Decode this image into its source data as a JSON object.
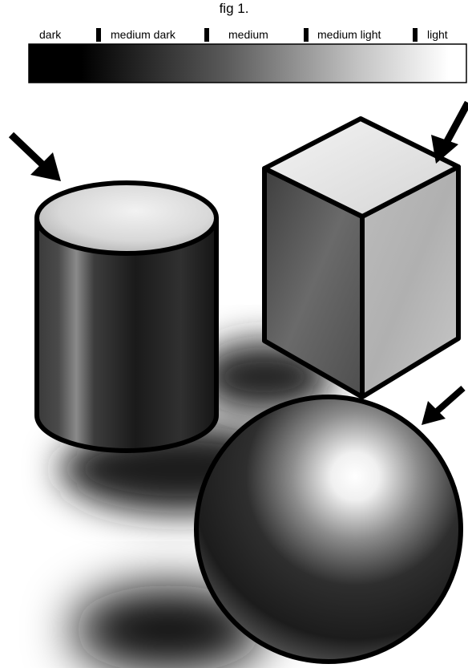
{
  "figure": {
    "title": "fig 1.",
    "value_scale": {
      "labels": [
        "dark",
        "medium dark",
        "medium",
        "medium light",
        "light"
      ]
    },
    "objects": [
      "cylinder",
      "cube",
      "sphere"
    ],
    "arrows": [
      "cylinder-light-arrow",
      "cube-light-arrow",
      "sphere-light-arrow"
    ],
    "colors": {
      "background": "#ffffff",
      "outline": "#000000",
      "dark": "#000000",
      "light": "#ffffff"
    }
  }
}
